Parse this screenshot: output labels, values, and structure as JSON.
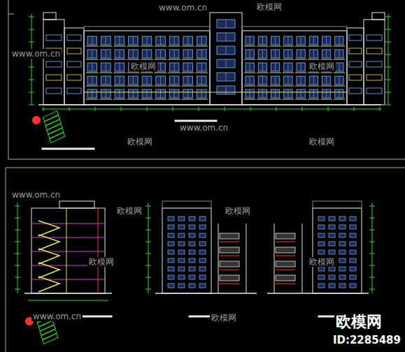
{
  "diagram": {
    "labels": [
      "www.om.cn",
      "欧模网",
      "www.om.cn",
      "欧模网",
      "欧模网",
      "www.om.cn",
      "欧模网",
      "欧模网",
      "www.om.cn",
      "欧模网",
      "欧模网",
      "欧模网",
      "欧模网",
      "www.om.cn",
      "欧模网",
      "欧模网",
      "ID:2285489"
    ]
  }
}
